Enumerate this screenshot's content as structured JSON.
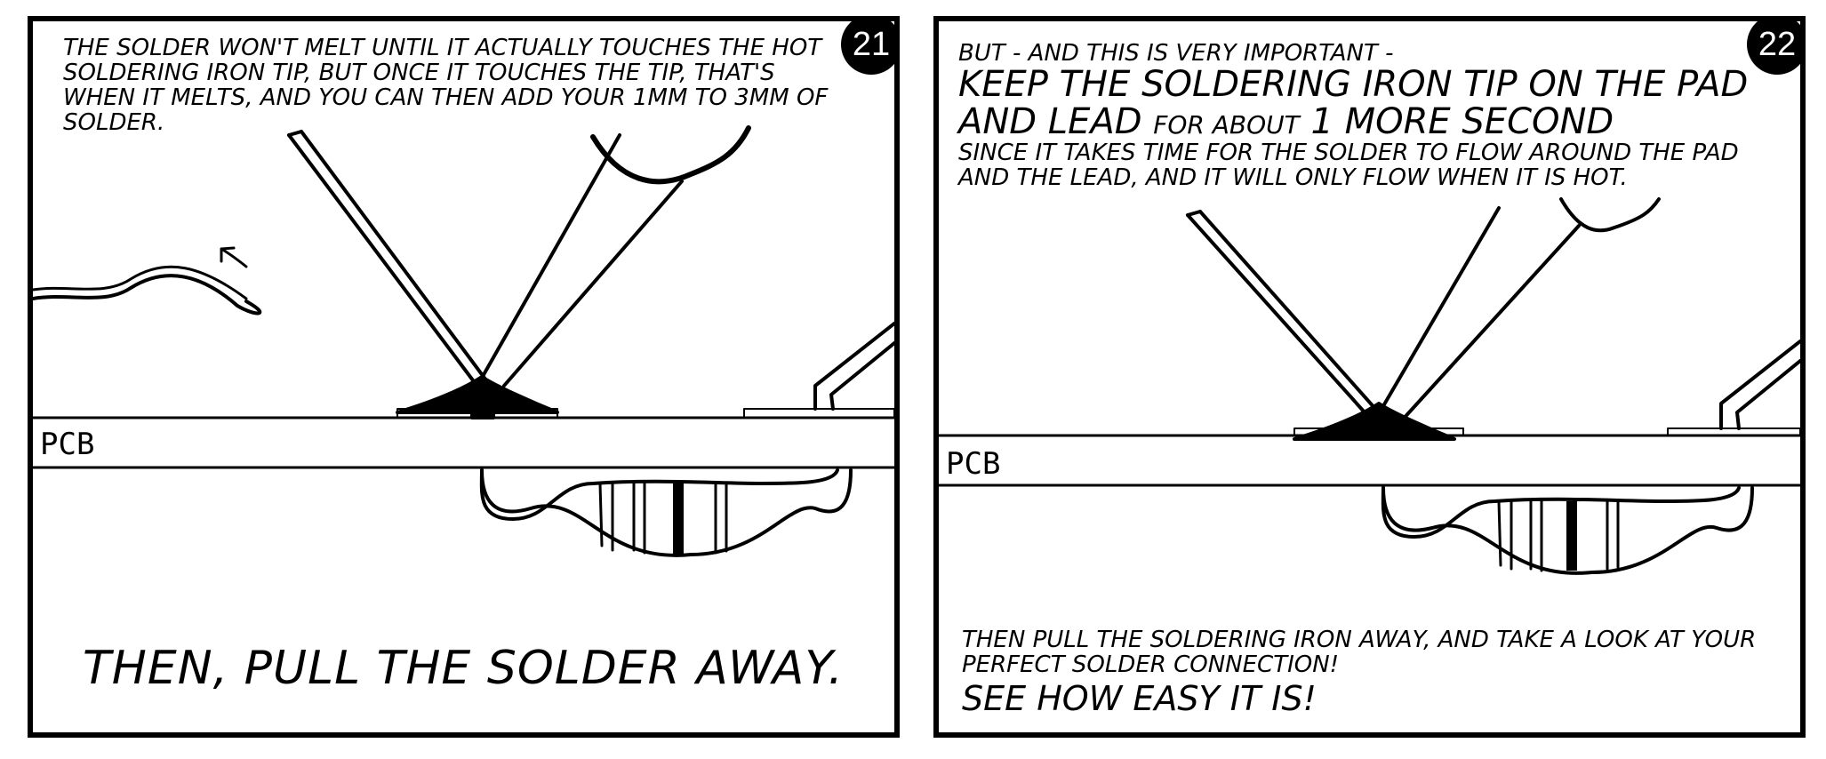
{
  "panels": [
    {
      "number": "21",
      "narration": "THE SOLDER WON'T MELT UNTIL IT ACTUALLY TOUCHES THE HOT SOLDERING IRON TIP, BUT ONCE IT TOUCHES THE TIP, THAT'S WHEN IT MELTS, AND YOU CAN THEN ADD YOUR 1MM TO 3MM OF SOLDER.",
      "pcb_label": "PCB",
      "caption": "THEN, PULL THE SOLDER AWAY."
    },
    {
      "number": "22",
      "intro": "BUT - AND THIS IS VERY IMPORTANT -",
      "emphasis_line1": "KEEP THE SOLDERING IRON TIP ON THE PAD",
      "emphasis_line2_start": "AND LEAD",
      "emphasis_line2_mid": "FOR ABOUT",
      "emphasis_line2_end": "1 MORE SECOND",
      "explanation": "SINCE IT TAKES TIME FOR THE SOLDER TO FLOW AROUND THE PAD AND THE LEAD, AND IT WILL ONLY FLOW WHEN IT IS HOT.",
      "pcb_label": "PCB",
      "closing": "THEN PULL THE SOLDERING IRON AWAY, AND TAKE A LOOK AT YOUR PERFECT SOLDER CONNECTION!",
      "closing_emphasis": "SEE HOW EASY IT IS!"
    }
  ],
  "colors": {
    "ink": "#000000",
    "paper": "#ffffff"
  }
}
